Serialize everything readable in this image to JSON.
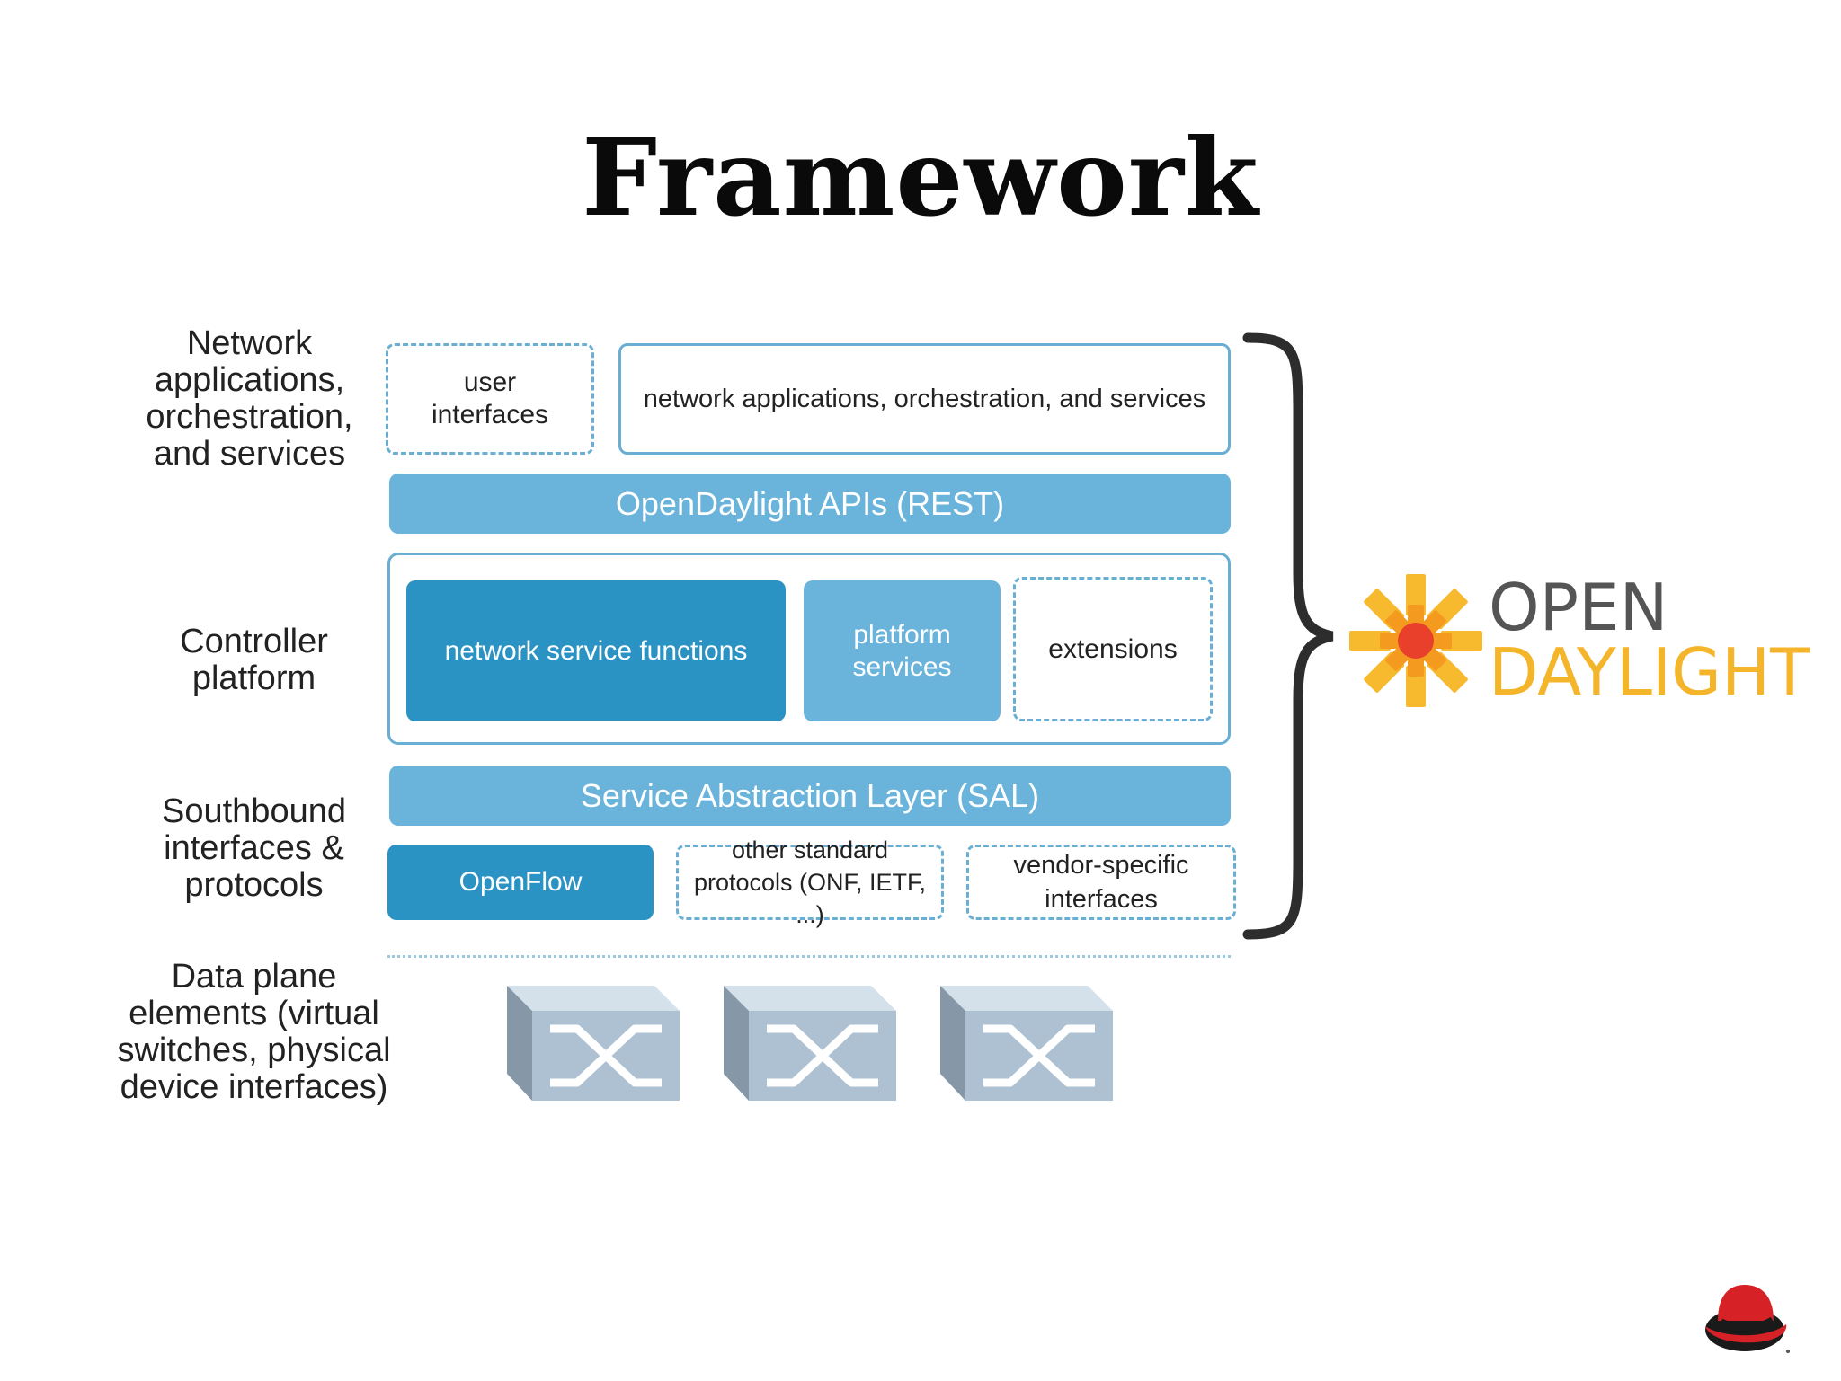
{
  "title": "Framework",
  "side_labels": {
    "network": "Network\napplications,\norchestration,\nand services",
    "controller": "Controller\nplatform",
    "southbound": "Southbound\ninterfaces &\nprotocols",
    "dataplane": "Data plane\nelements (virtual\nswitches, physical\ndevice interfaces)"
  },
  "boxes": {
    "user_interfaces": "user\ninterfaces",
    "network_apps": "network applications, orchestration, and services",
    "apis": "OpenDaylight APIs (REST)",
    "network_service_functions": "network service functions",
    "platform_services": "platform\nservices",
    "extensions": "extensions",
    "sal": "Service Abstraction Layer (SAL)",
    "openflow": "OpenFlow",
    "other_protocols": "other standard\nprotocols (ONF, IETF, ...)",
    "vendor_interfaces": "vendor-specific\ninterfaces"
  },
  "logo": {
    "line1": "OPEN",
    "line2": "DAYLIGHT",
    "line1_color": "#555555",
    "line2_color": "#f5b52a"
  },
  "colors": {
    "light_blue": "#6ab3db",
    "dark_blue": "#2b93c3",
    "border_blue": "#6aaed3"
  },
  "icons": {
    "switch": "network-switch-icon",
    "brand": "red-hat-icon"
  }
}
